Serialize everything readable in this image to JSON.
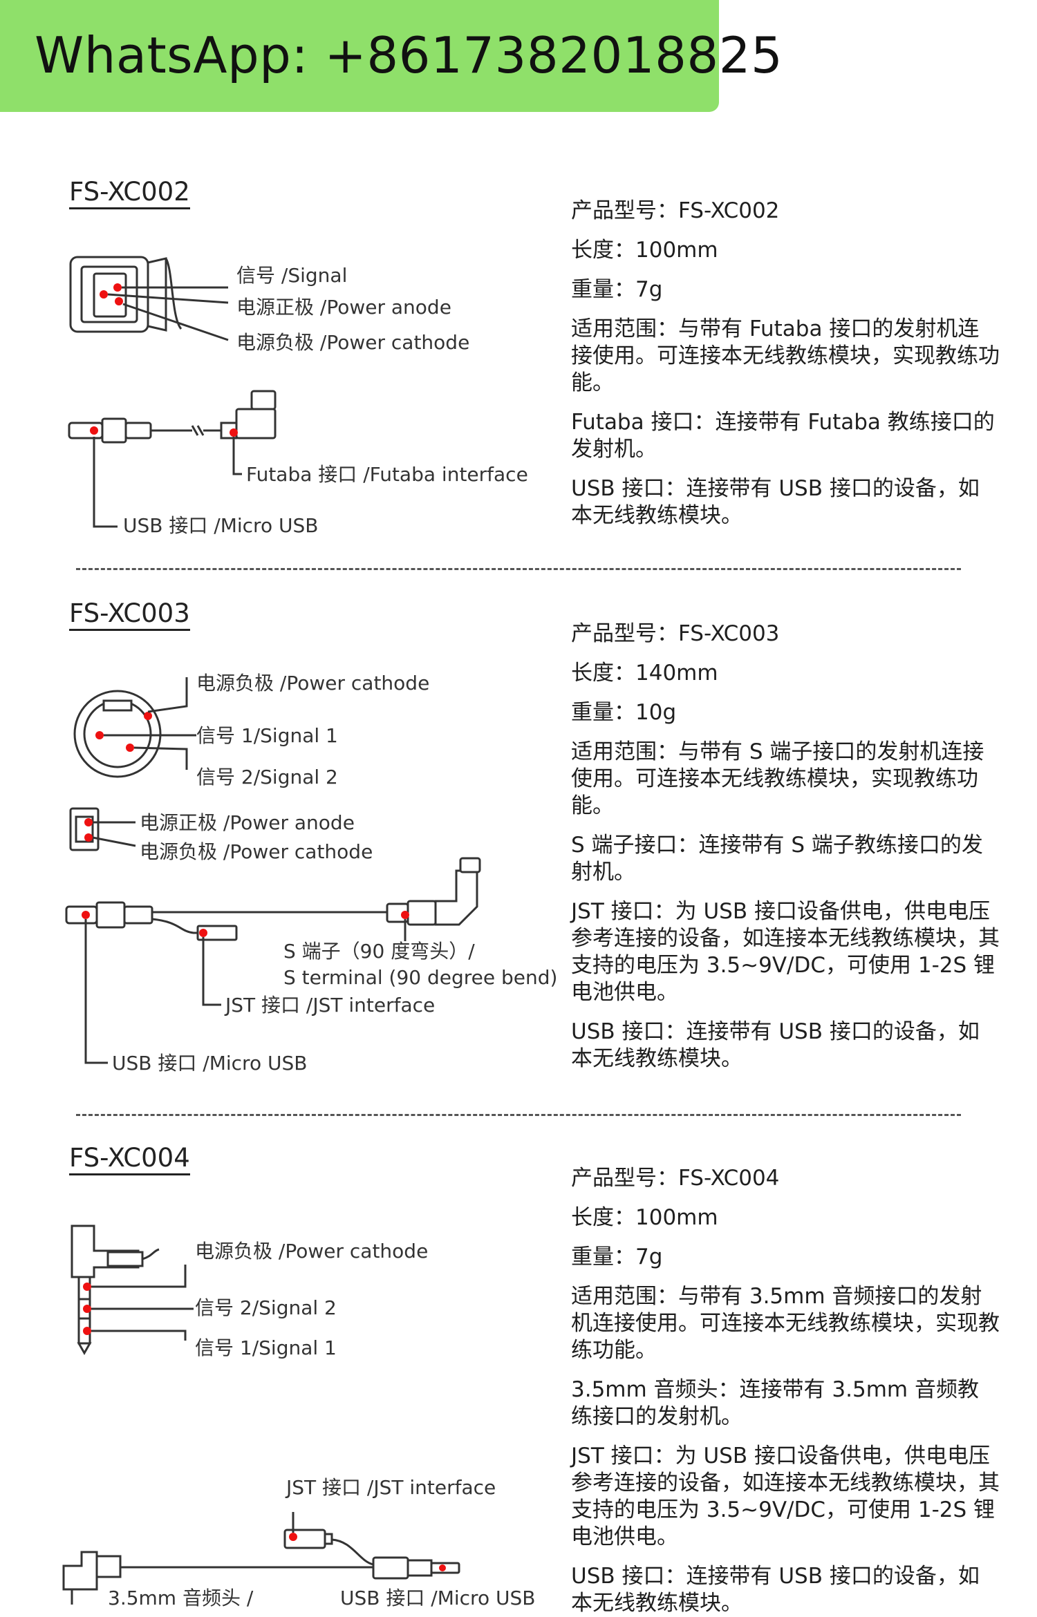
{
  "banner": {
    "text": "WhatsApp: +8617382018825"
  },
  "sections": [
    {
      "title": "FS-XC002",
      "labels": {
        "signal": "信号 /Signal",
        "power_anode": "电源正极 /Power anode",
        "power_cathode": "电源负极 /Power cathode",
        "futaba_interface": "Futaba 接口 /Futaba interface",
        "usb": "USB 接口 /Micro USB"
      },
      "specs": [
        "产品型号：FS-XC002",
        "长度：100mm",
        "重量：7g",
        "适用范围：与带有 Futaba 接口的发射机连接使用。可连接本无线教练模块，实现教练功能。",
        "Futaba 接口：连接带有 Futaba 教练接口的发射机。",
        "USB 接口：连接带有 USB 接口的设备，如本无线教练模块。"
      ]
    },
    {
      "title": "FS-XC003",
      "labels": {
        "power_cathode": "电源负极 /Power cathode",
        "signal1": "信号 1/Signal 1",
        "signal2": "信号 2/Signal 2",
        "jst_anode": "电源正极 /Power anode",
        "jst_cathode": "电源负极 /Power cathode",
        "s_terminal_cn": "S 端子（90 度弯头）/",
        "s_terminal_en": "S terminal (90 degree bend)",
        "jst_interface": "JST 接口 /JST interface",
        "usb": "USB 接口 /Micro USB"
      },
      "specs": [
        "产品型号：FS-XC003",
        "长度：140mm",
        "重量：10g",
        "适用范围：与带有 S 端子接口的发射机连接使用。可连接本无线教练模块，实现教练功能。",
        "S 端子接口：连接带有 S 端子教练接口的发射机。",
        "JST 接口：为 USB 接口设备供电，供电电压参考连接的设备，如连接本无线教练模块，其支持的电压为 3.5~9V/DC，可使用 1-2S 锂电池供电。",
        "USB 接口：连接带有 USB 接口的设备，如本无线教练模块。"
      ]
    },
    {
      "title": "FS-XC004",
      "labels": {
        "power_cathode": "电源负极 /Power cathode",
        "signal2": "信号 2/Signal 2",
        "signal1": "信号 1/Signal 1",
        "jst_interface": "JST 接口 /JST interface",
        "audio_partial": "3.5mm 音频头 /",
        "usb_partial": "USB 接口 /Micro USB"
      },
      "specs": [
        "产品型号：FS-XC004",
        "长度：100mm",
        "重量：7g",
        "适用范围：与带有 3.5mm 音频接口的发射机连接使用。可连接本无线教练模块，实现教练功能。",
        "3.5mm 音频头：连接带有 3.5mm 音频教练接口的发射机。",
        "JST 接口：为 USB 接口设备供电，供电电压参考连接的设备，如连接本无线教练模块，其支持的电压为 3.5~9V/DC，可使用 1-2S 锂电池供电。",
        "USB 接口：连接带有 USB 接口的设备，如本无线教练模块。"
      ]
    }
  ]
}
